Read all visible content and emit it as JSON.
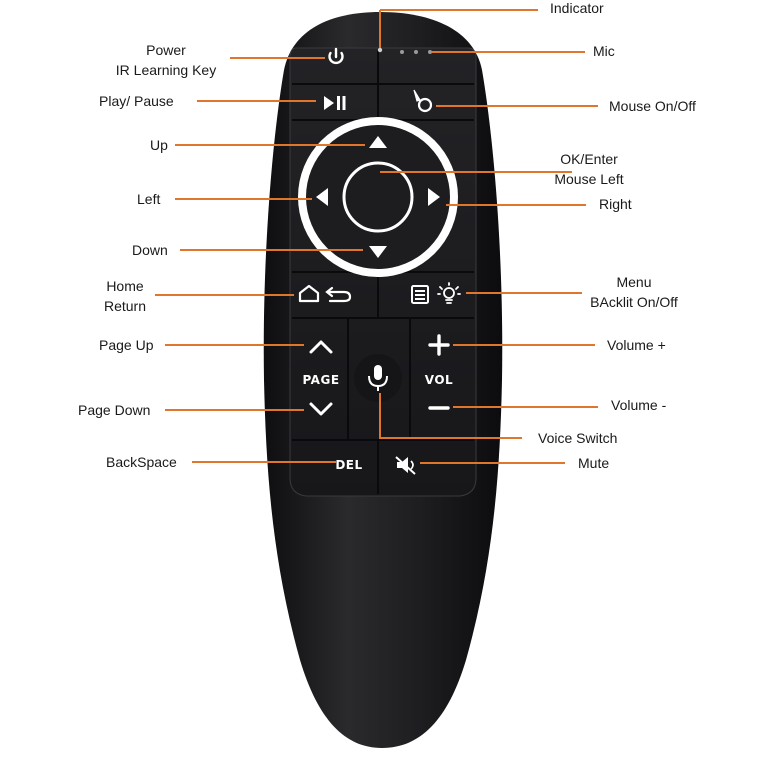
{
  "callouts": {
    "indicator": "Indicator",
    "mic": "Mic",
    "power_line1": "Power",
    "power_line2": "IR Learning Key",
    "play_pause": "Play/ Pause",
    "mouse_onoff": "Mouse On/Off",
    "up": "Up",
    "ok_line1": "OK/Enter",
    "ok_line2": "Mouse Left",
    "left": "Left",
    "right": "Right",
    "down": "Down",
    "home_line1": "Home",
    "home_line2": "Return",
    "menu_line1": "Menu",
    "menu_line2": "BAcklit On/Off",
    "page_up": "Page Up",
    "volume_plus": "Volume +",
    "page_down": "Page Down",
    "volume_minus": "Volume -",
    "voice_switch": "Voice Switch",
    "backspace": "BackSpace",
    "mute": "Mute"
  },
  "buttons": {
    "page": "PAGE",
    "vol": "VOL",
    "del": "DEL"
  },
  "colors": {
    "leader_line": "#e0762c",
    "remote_body": "#1b1b1d",
    "button_text": "#ffffff",
    "ring": "#ffffff"
  }
}
